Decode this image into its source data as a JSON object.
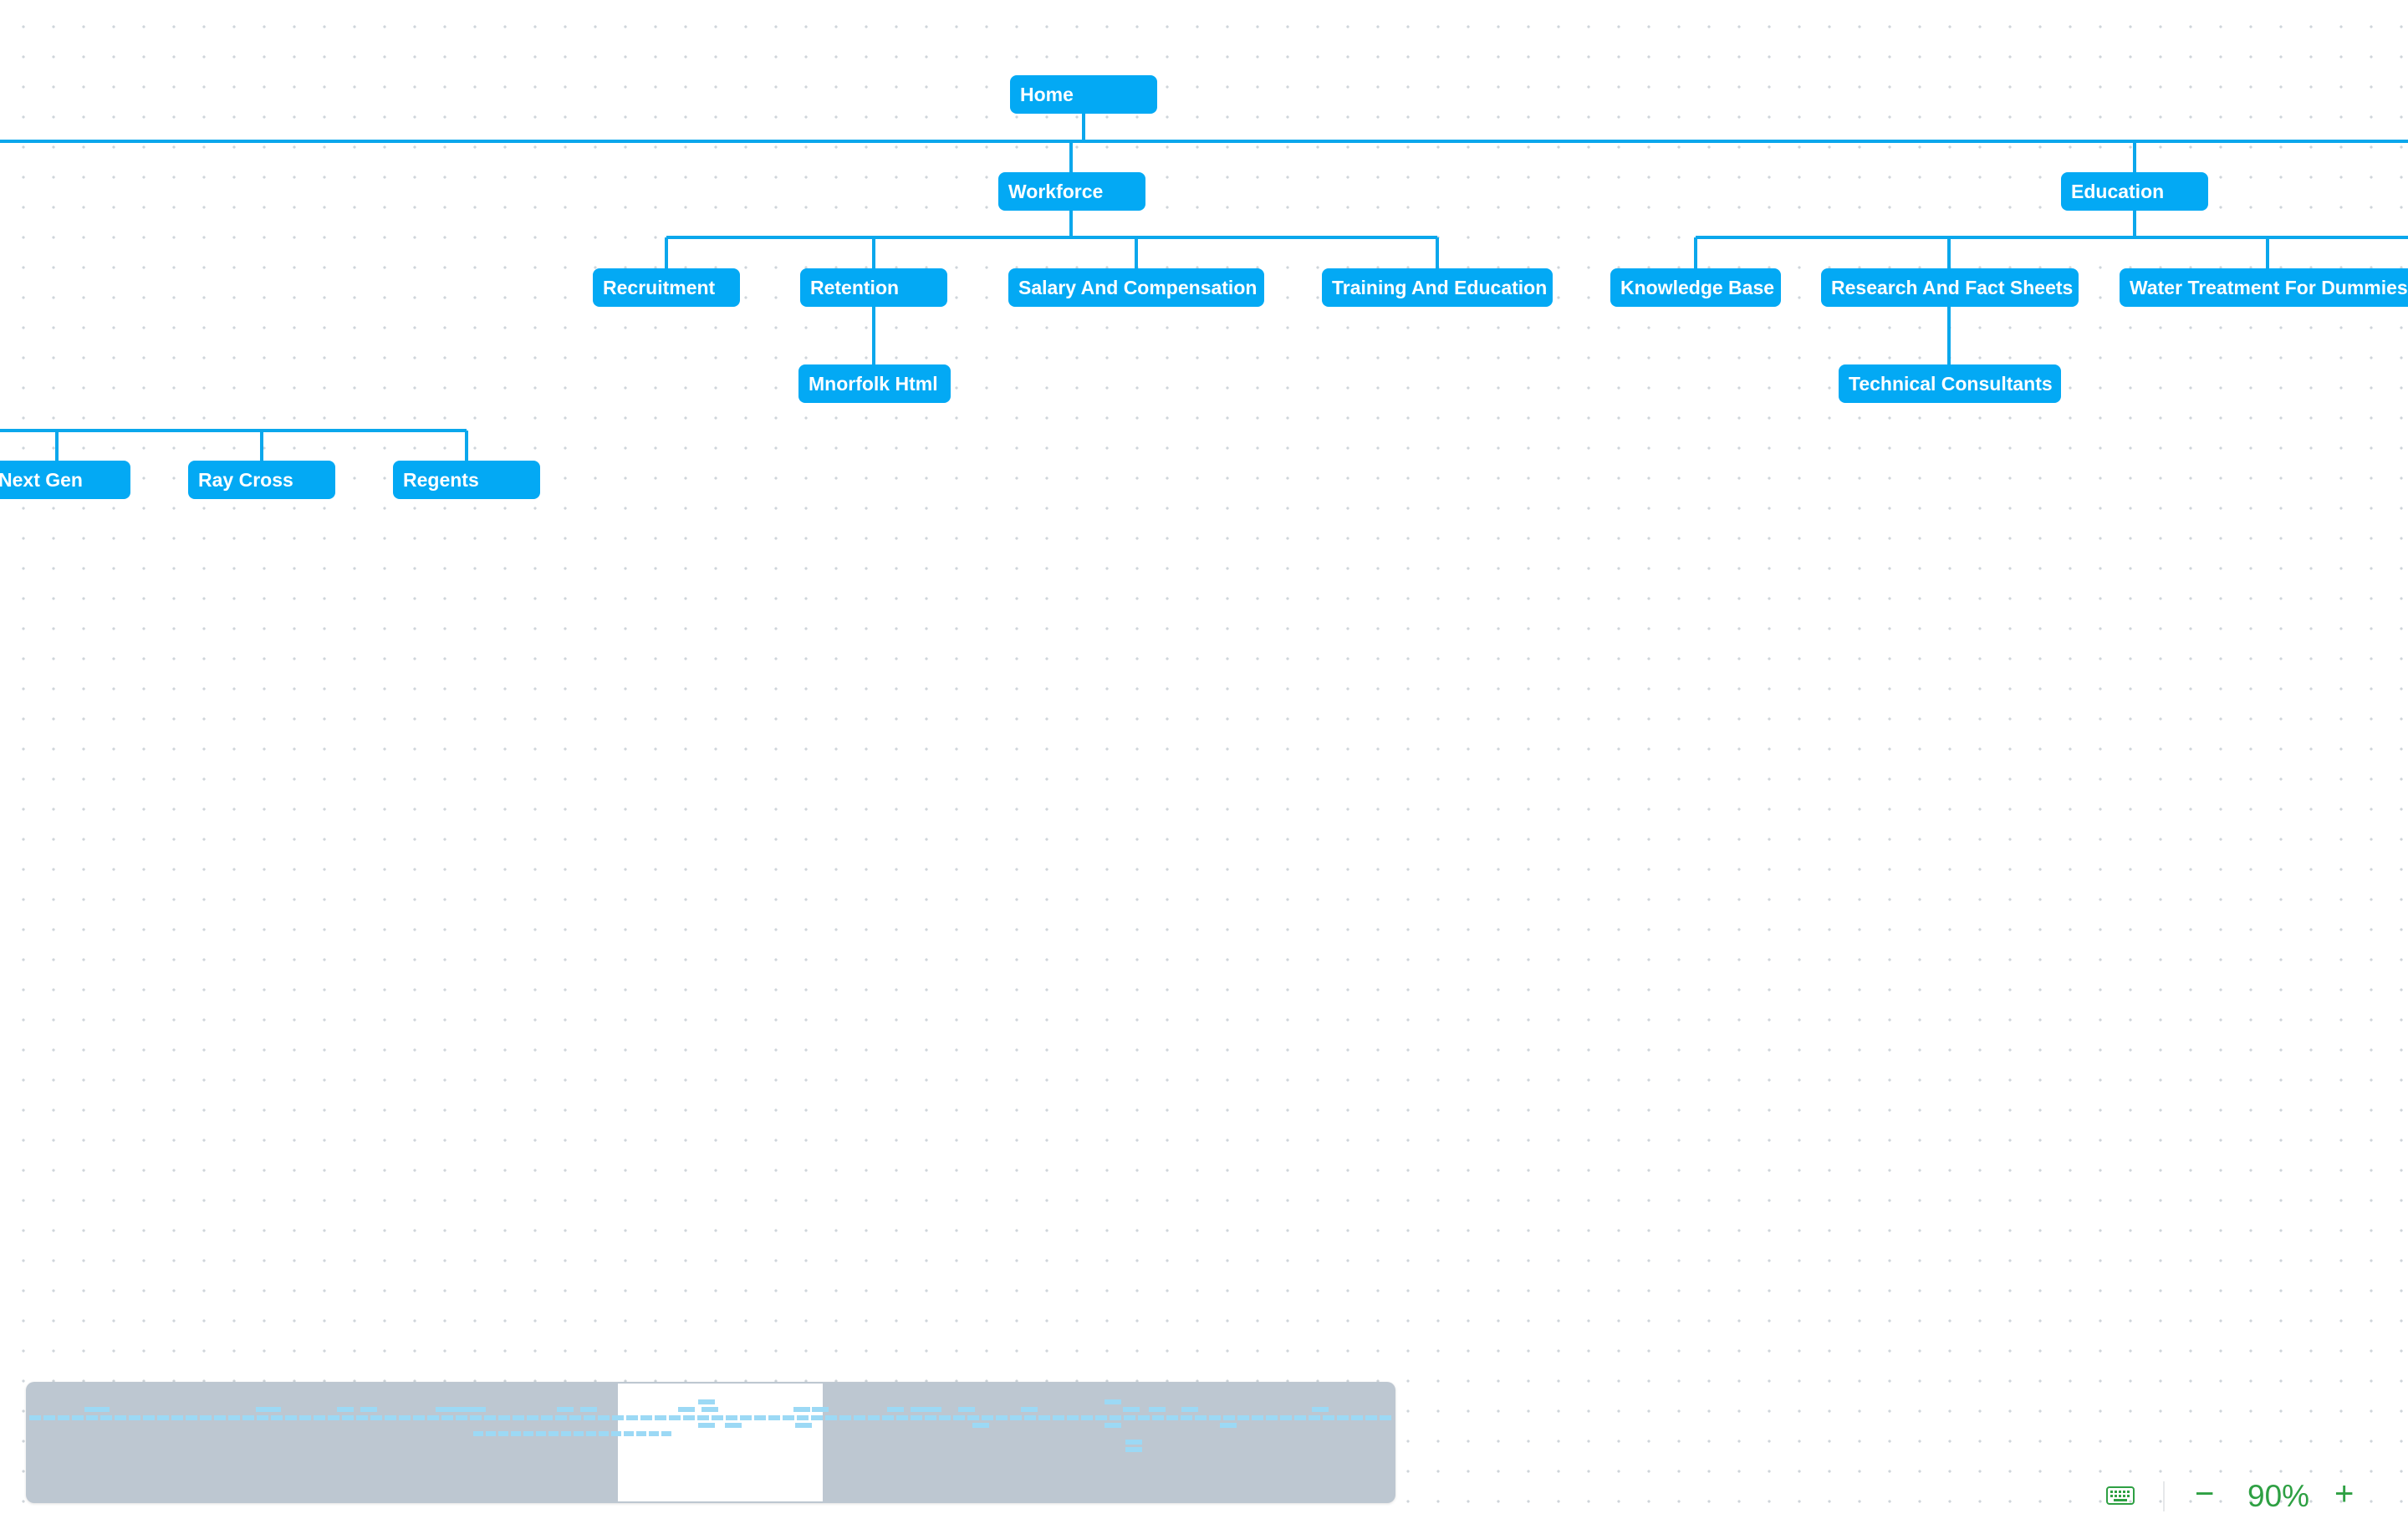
{
  "diagram": {
    "nodes": [
      {
        "id": "home",
        "label": "Home"
      },
      {
        "id": "workforce",
        "label": "Workforce"
      },
      {
        "id": "education",
        "label": "Education"
      },
      {
        "id": "recruitment",
        "label": "Recruitment"
      },
      {
        "id": "retention",
        "label": "Retention"
      },
      {
        "id": "salary",
        "label": "Salary And Compensation"
      },
      {
        "id": "training",
        "label": "Training And Education"
      },
      {
        "id": "knowledge",
        "label": "Knowledge Base"
      },
      {
        "id": "research",
        "label": "Research And Fact Sheets"
      },
      {
        "id": "water",
        "label": "Water Treatment For Dummies"
      },
      {
        "id": "mnorfolk",
        "label": "Mnorfolk Html"
      },
      {
        "id": "technical",
        "label": "Technical Consultants"
      },
      {
        "id": "nextgen",
        "label": "Next Gen"
      },
      {
        "id": "raycross",
        "label": "Ray Cross"
      },
      {
        "id": "regents",
        "label": "Regents"
      }
    ],
    "edges": [
      [
        "home",
        "workforce"
      ],
      [
        "home",
        "education"
      ],
      [
        "workforce",
        "recruitment"
      ],
      [
        "workforce",
        "retention"
      ],
      [
        "workforce",
        "salary"
      ],
      [
        "workforce",
        "training"
      ],
      [
        "education",
        "knowledge"
      ],
      [
        "education",
        "research"
      ],
      [
        "education",
        "water"
      ],
      [
        "retention",
        "mnorfolk"
      ],
      [
        "research",
        "technical"
      ]
    ]
  },
  "colors": {
    "node": "#03a9f4",
    "connector": "#0ba7ec",
    "zoom_accent": "#2ea043",
    "minimap_bg": "#bdc7d1"
  },
  "zoom": {
    "out_label": "−",
    "level": "90%",
    "in_label": "+",
    "keyboard_icon": "keyboard-icon"
  }
}
